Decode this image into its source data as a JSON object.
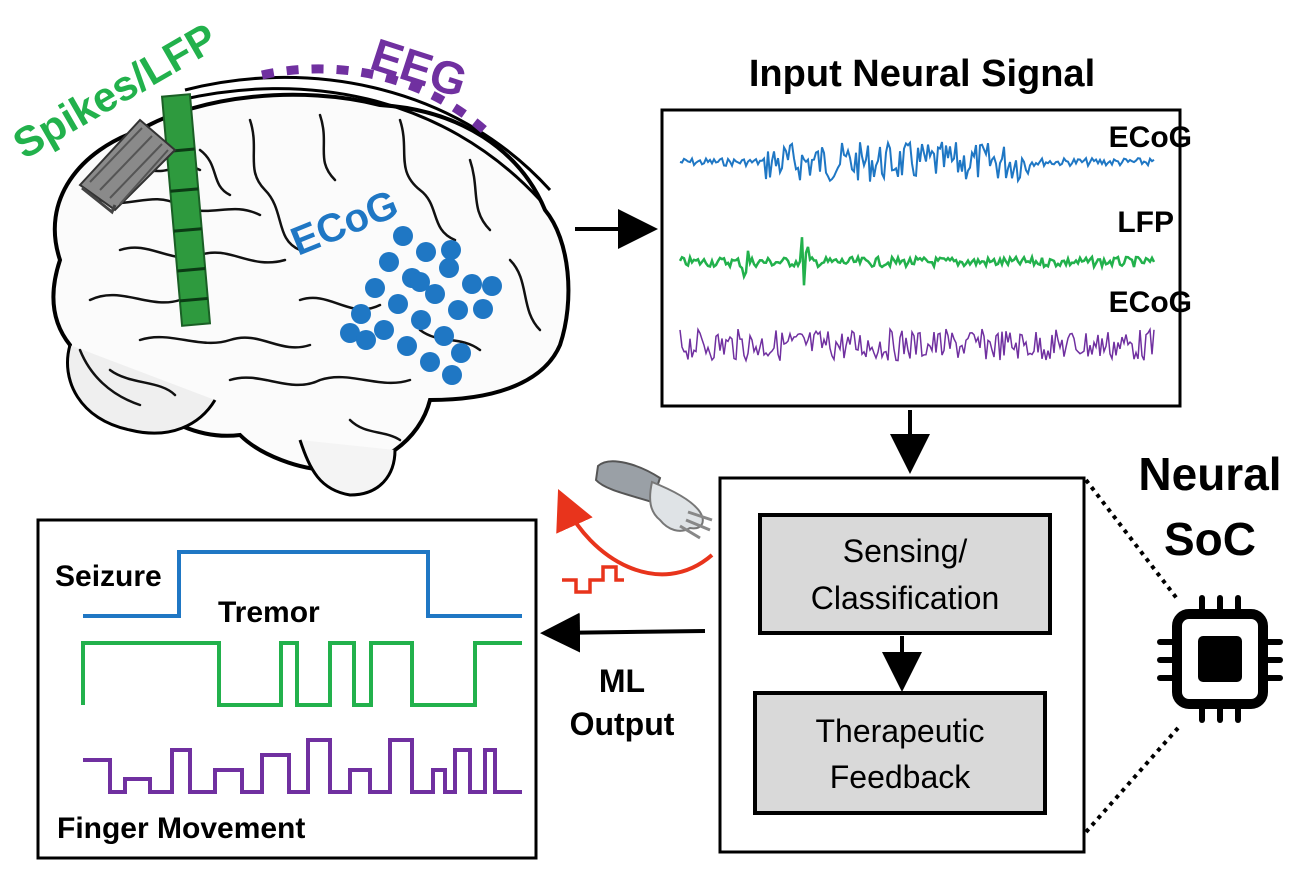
{
  "brain": {
    "spikes_label": "Spikes/LFP",
    "eeg_label": "EEG",
    "ecog_label": "ECoG"
  },
  "input_panel": {
    "title": "Input Neural Signal",
    "signal_labels": [
      "ECoG",
      "LFP",
      "ECoG"
    ]
  },
  "soc": {
    "title_line1": "Neural",
    "title_line2": "SoC",
    "block1_line1": "Sensing/",
    "block1_line2": "Classification",
    "block2_line1": "Therapeutic",
    "block2_line2": "Feedback"
  },
  "ml_output": {
    "line1": "ML",
    "line2": "Output"
  },
  "output_panel": {
    "labels": [
      "Seizure",
      "Tremor",
      "Finger Movement"
    ]
  },
  "colors": {
    "ecog_blue": "#1f77c4",
    "lfp_green": "#22b14c",
    "eeg_purple": "#7030a0",
    "feedback_red": "#e8341c",
    "block_gray": "#d9d9d9"
  }
}
